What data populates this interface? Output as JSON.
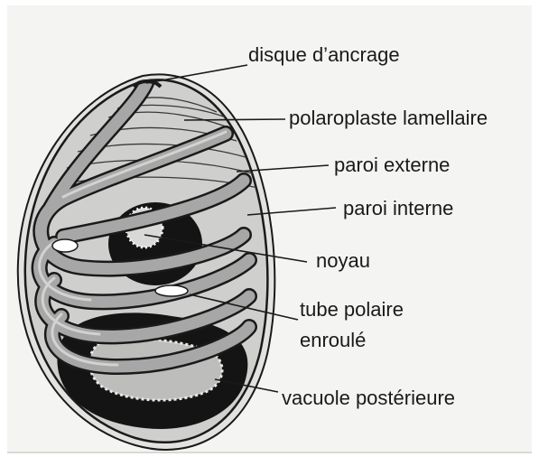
{
  "diagram": {
    "labels": {
      "anchor_disc": "disque d’ancrage",
      "lamellar_polaroplast": "polaroplaste lamellaire",
      "outer_wall": "paroi externe",
      "inner_wall": "paroi interne",
      "nucleus": "noyau",
      "polar_tube_line1": "tube polaire",
      "polar_tube_line2": "enroulé",
      "posterior_vacuole": "vacuole postérieure"
    },
    "colors": {
      "background": "#f4f4f2",
      "outline": "#1a1a1a",
      "tube_fill": "#a7a7a7",
      "interior": "#d0d0d0",
      "dark_mass": "#141414"
    }
  }
}
